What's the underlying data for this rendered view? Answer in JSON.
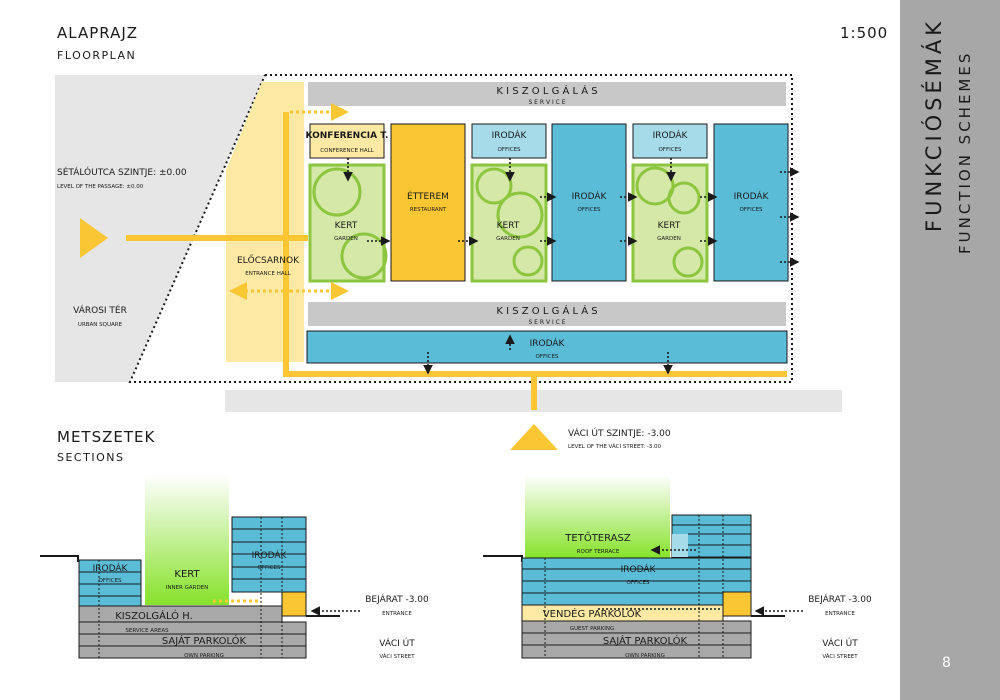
{
  "header": {
    "title": "ALAPRAJZ",
    "subtitle": "FLOORPLAN",
    "scale": "1:500"
  },
  "sidebar": {
    "title": "FUNKCIÓSÉMÁK",
    "subtitle": "FUNCTION SCHEMES",
    "page": "8"
  },
  "plan": {
    "service_top": {
      "label": "K I S Z O L G Á L Á S",
      "sub": "S E R V I C E"
    },
    "service_bottom": {
      "label": "K I S Z O L G Á L Á S",
      "sub": "S E R V I C E"
    },
    "konferencia": {
      "label": "KONFERENCIA T.",
      "sub": "CONFERENCE HALL"
    },
    "etterem": {
      "label": "ÉTTEREM",
      "sub": "RESTAURANT"
    },
    "irodak_small_1": {
      "label": "IRODÁK",
      "sub": "OFFICES"
    },
    "irodak_big_1": {
      "label": "IRODÁK",
      "sub": "OFFICES"
    },
    "irodak_small_2": {
      "label": "IRODÁK",
      "sub": "OFFICES"
    },
    "irodak_big_2": {
      "label": "IRODÁK",
      "sub": "OFFICES"
    },
    "irodak_bottom": {
      "label": "IRODÁK",
      "sub": "OFFICES"
    },
    "kert_1": {
      "label": "KERT",
      "sub": "GARDEN"
    },
    "kert_2": {
      "label": "KERT",
      "sub": "GARDEN"
    },
    "kert_3": {
      "label": "KERT",
      "sub": "GARDEN"
    },
    "elocsarnok": {
      "label": "ELŐCSARNOK",
      "sub": "ENTRANCE HALL"
    },
    "setalo": {
      "label": "SÉTÁLÓUTCA SZINTJE: ±0.00",
      "sub": "LEVEL OF THE PASSAGE: ±0.00"
    },
    "varosi": {
      "label": "VÁROSI TÉR",
      "sub": "URBAN SQUARE"
    },
    "vaci_level": {
      "label": "VÁCI ÚT SZINTJE: -3.00",
      "sub": "LEVEL OF THE VÁCI STREET: -3.00"
    }
  },
  "sections": {
    "title": "METSZETEK",
    "subtitle": "SECTIONS",
    "left": {
      "irodak_l": {
        "label": "IRODÁK",
        "sub": "OFFICES"
      },
      "kert": {
        "label": "KERT",
        "sub": "INNER GARDEN"
      },
      "irodak_r": {
        "label": "IRODÁK",
        "sub": "OFFICES"
      },
      "kiszolgalo": {
        "label": "KISZOLGÁLÓ H.",
        "sub": "SERVICE AREAS"
      },
      "sajat": {
        "label": "SAJÁT PARKOLÓK",
        "sub": "OWN PARKING"
      },
      "bejarat": {
        "label": "BEJÁRAT -3.00",
        "sub": "ENTRANCE"
      },
      "vaci": {
        "label": "VÁCI ÚT",
        "sub": "VÁCI STREET"
      }
    },
    "right": {
      "teto": {
        "label": "TETŐTERASZ",
        "sub": "ROOF TERRACE"
      },
      "irodak": {
        "label": "IRODÁK",
        "sub": "OFFICES"
      },
      "vendeg": {
        "label": "VENDÉG PARKOLÓK",
        "sub": "GUEST PARKING"
      },
      "sajat": {
        "label": "SAJÁT PARKOLÓK",
        "sub": "OWN PARKING"
      },
      "bejarat": {
        "label": "BEJÁRAT -3.00",
        "sub": "ENTRANCE"
      },
      "vaci": {
        "label": "VÁCI ÚT",
        "sub": "VÁCI STREET"
      }
    }
  },
  "colors": {
    "yellow": "#fbc633",
    "yellow_light": "#fde9a4",
    "blue": "#5bbcd8",
    "blue_light": "#a6dbea",
    "green": "#8cc63f",
    "green_fill": "#d5e8a8",
    "gray": "#c8c8c8",
    "gray_light": "#e6e6e6",
    "sidebar": "#a7a7a7"
  }
}
